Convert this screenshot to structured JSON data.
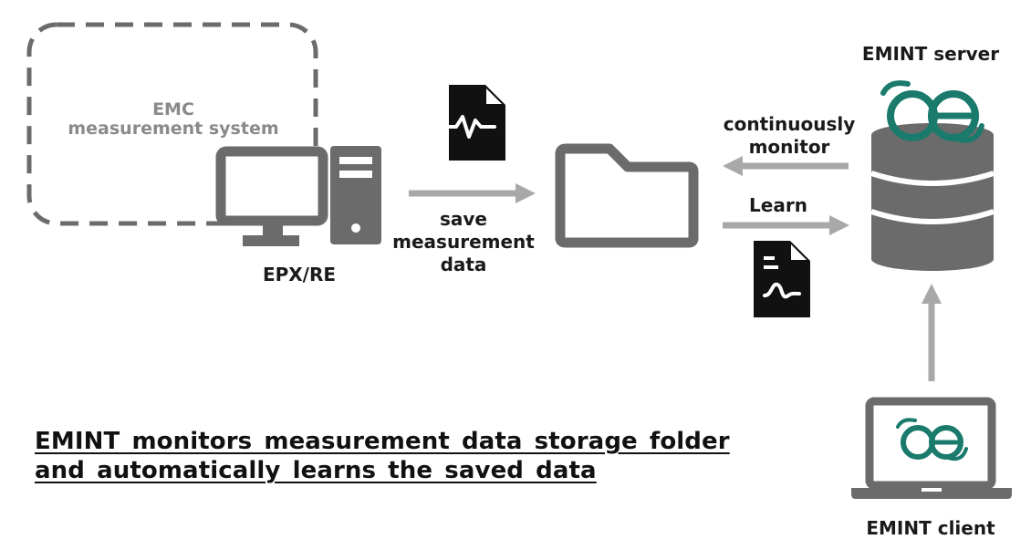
{
  "emc_system": {
    "label_line1": "EMC",
    "label_line2": "measurement system"
  },
  "pc": {
    "label": "EPX/RE"
  },
  "save_arrow": {
    "line1": "save",
    "line2": "measurement",
    "line3": "data"
  },
  "monitor_arrow": {
    "line1": "continuously",
    "line2": "monitor"
  },
  "learn_arrow": {
    "label": "Learn"
  },
  "server": {
    "label": "EMINT server"
  },
  "client": {
    "label": "EMINT client"
  },
  "caption": {
    "line1": "EMINT monitors measurement data storage folder",
    "line2": "and automatically learns the saved data"
  },
  "colors": {
    "icon_gray": "#6b6b6b",
    "arrow_gray": "#a8a8a8",
    "logo_teal": "#1a7a6c",
    "doc_black": "#111111"
  },
  "icons": [
    "monitor-icon",
    "tower-icon",
    "document-waveform-icon",
    "folder-icon",
    "database-icon",
    "emint-logo-icon",
    "laptop-icon"
  ]
}
